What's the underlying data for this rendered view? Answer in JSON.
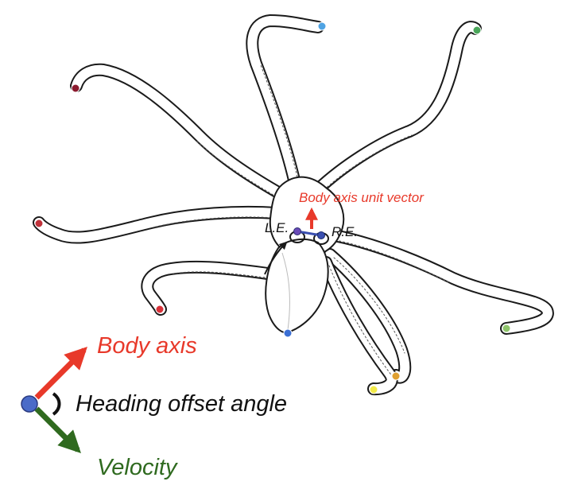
{
  "labels": {
    "body_axis_unit_vector": "Body axis unit vector",
    "left_eye": "L.E.",
    "right_eye": "R.E.",
    "legend_body_axis": "Body axis",
    "legend_heading_offset": "Heading offset angle",
    "legend_velocity": "Velocity"
  },
  "colors": {
    "body_axis": "#e8392a",
    "velocity": "#2f6a1f",
    "heading_text": "#111111",
    "origin_point": "#4a6bc8",
    "eye_segment": "#3a4fb0",
    "outline": "#1a1a1a"
  },
  "arm_tip_markers": [
    {
      "name": "arm-tip-top-blue",
      "color": "#4fa3e3"
    },
    {
      "name": "arm-tip-top-right-green",
      "color": "#4aa65a"
    },
    {
      "name": "arm-tip-upper-left-maroon",
      "color": "#8b1a2e"
    },
    {
      "name": "arm-tip-left-red",
      "color": "#c0313a"
    },
    {
      "name": "arm-tip-lower-left-red",
      "color": "#d8323a"
    },
    {
      "name": "mantle-tip-blue",
      "color": "#3b6fd4"
    },
    {
      "name": "arm-tip-right-green",
      "color": "#8ec46a"
    },
    {
      "name": "arm-tip-lower-orange",
      "color": "#e0a030"
    },
    {
      "name": "arm-tip-lower-yellow",
      "color": "#f2ea4a"
    }
  ]
}
